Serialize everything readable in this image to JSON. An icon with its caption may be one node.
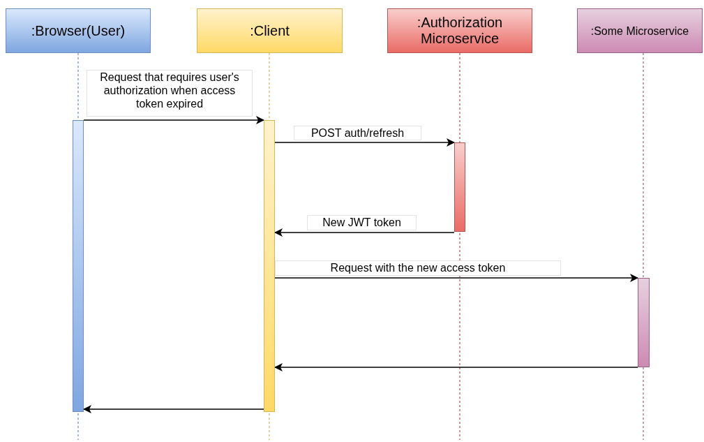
{
  "diagram": {
    "nodes": [
      {
        "text": [
          ":Browser(User)"
        ]
      },
      {
        "text": [
          ":Client"
        ]
      },
      {
        "text": [
          ":Authorization Microservice"
        ]
      },
      {
        "text": [
          ":Some Microservice"
        ]
      },
      {
        "text": [],
        "shape": "bar"
      },
      {
        "text": [],
        "shape": "bar"
      },
      {
        "text": [],
        "shape": "bar"
      },
      {
        "text": [],
        "shape": "bar"
      }
    ],
    "edges": [
      {
        "from": 4,
        "to": 5,
        "arrow": "to",
        "label": "Request that requires user's authorization when access token expired"
      },
      {
        "from": 5,
        "to": 6,
        "arrow": "to",
        "label": "POST auth/refresh"
      },
      {
        "from": 6,
        "to": 5,
        "arrow": "to",
        "label": "New JWT token"
      },
      {
        "from": 5,
        "to": 7,
        "arrow": "to",
        "label": "Request with the new access token"
      },
      {
        "from": 7,
        "to": 5,
        "arrow": "to"
      },
      {
        "from": 5,
        "to": 4,
        "arrow": "to"
      }
    ]
  }
}
